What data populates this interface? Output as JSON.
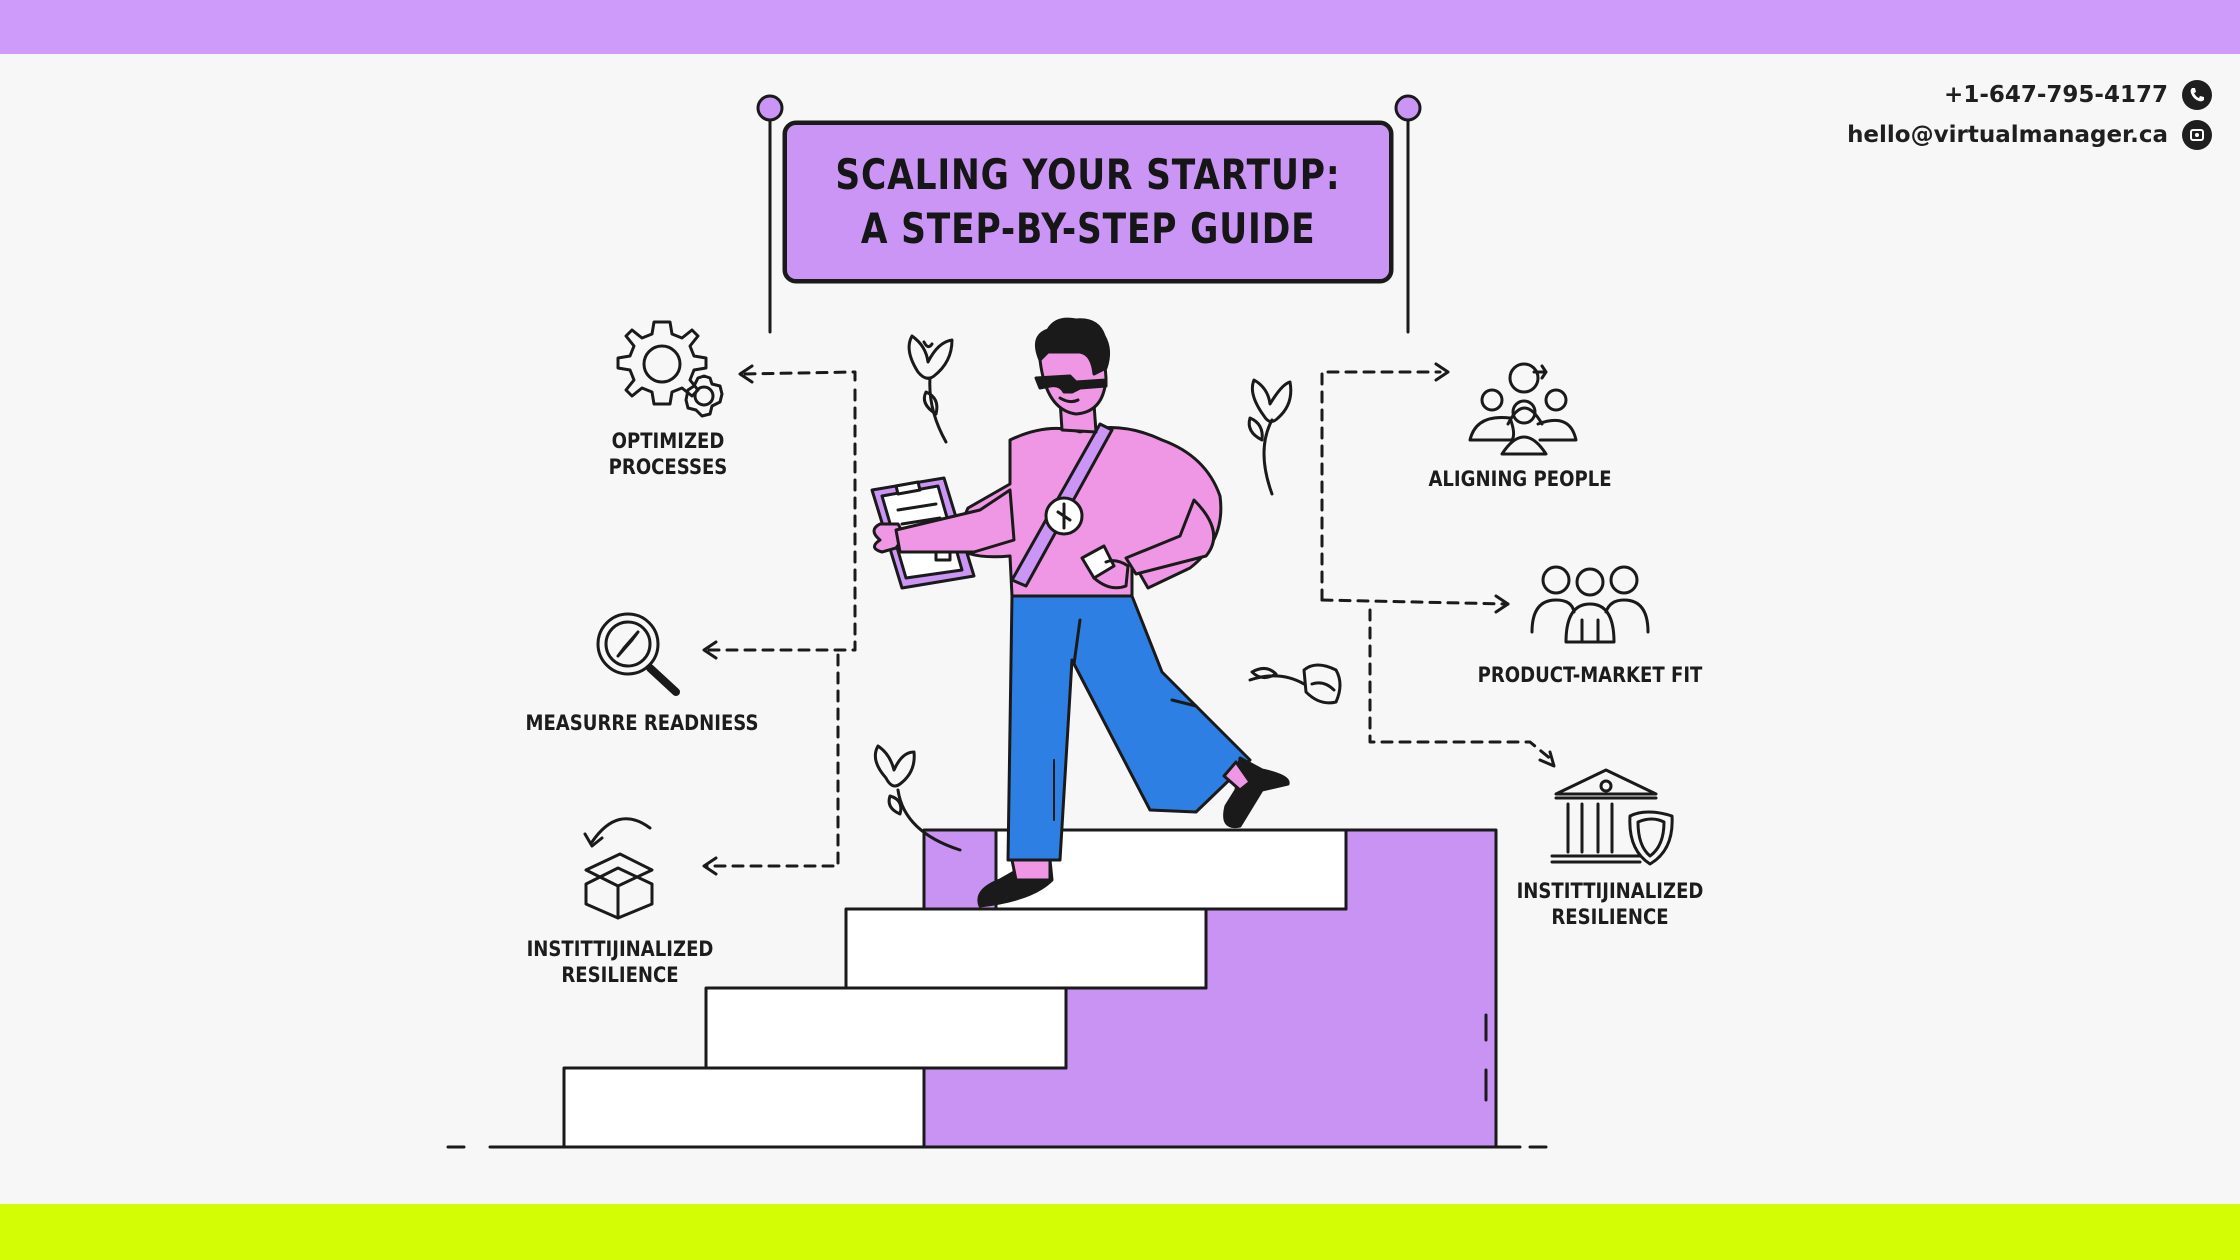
{
  "header": {
    "title_line1": "SCALING YOUR STARTUP:",
    "title_line2": "A STEP-BY-STEP GUIDE"
  },
  "contact": {
    "phone": "+1-647-795-4177",
    "email": "hello@virtualmanager.ca",
    "phone_icon": "phone-icon",
    "email_icon": "email-icon"
  },
  "steps_left": [
    {
      "label_line1": "OPTIMIZED",
      "label_line2": "PROCESSES",
      "icon": "gears-icon"
    },
    {
      "label_line1": "MEASURRE READNIESS",
      "label_line2": "",
      "icon": "magnifier-compass-icon"
    },
    {
      "label_line1": "INSTITTIJINALIZED",
      "label_line2": "RESILIENCE",
      "icon": "box-cycle-icon"
    }
  ],
  "steps_right": [
    {
      "label_line1": "ALIGNING PEOPLE",
      "label_line2": "",
      "icon": "people-group-icon"
    },
    {
      "label_line1": "PRODUCT-MARKET FIT",
      "label_line2": "",
      "icon": "team-icon"
    },
    {
      "label_line1": "INSTITTIJINALIZED",
      "label_line2": "RESILIENCE",
      "icon": "bank-shield-icon"
    }
  ],
  "colors": {
    "top_bar": "#cf9bfb",
    "bottom_bar": "#d2fd04",
    "banner_fill": "#cb95f6",
    "stairs_purple": "#c993f4",
    "shirt": "#ef97e4",
    "pants": "#2e7fe3",
    "background": "#f7f7f8"
  }
}
